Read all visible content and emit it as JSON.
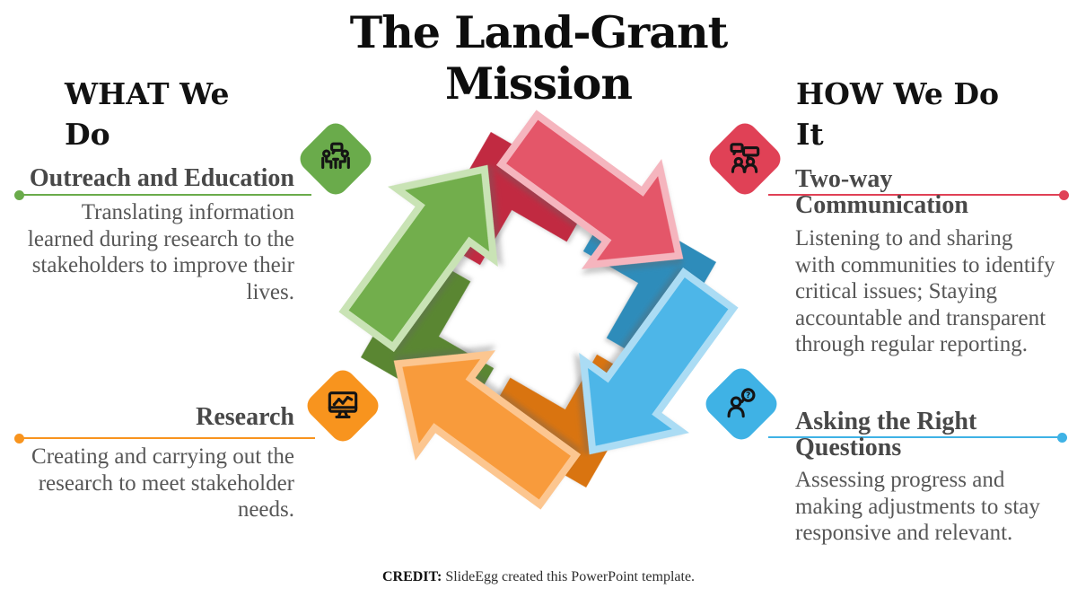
{
  "title": "The Land-Grant Mission",
  "colors": {
    "green": "#6AAB4B",
    "red": "#E04156",
    "orange": "#F8941E",
    "blue": "#3FB2E5",
    "title_text": "#0D0D0D",
    "heading_text": "#484848",
    "body_text": "#575757"
  },
  "left_column": {
    "heading": "WHAT We Do",
    "items": [
      {
        "title": "Outreach and Education",
        "body": "Translating information learned during research to the stakeholders to improve their lives.",
        "icon": "meeting-icon",
        "accent": "#6AAB4B"
      },
      {
        "title": "Research",
        "body": "Creating and carrying out the research to meet stakeholder needs.",
        "icon": "research-monitor-icon",
        "accent": "#F8941E"
      }
    ]
  },
  "right_column": {
    "heading": "HOW We Do It",
    "items": [
      {
        "title": "Two-way Communication",
        "body": "Listening to and sharing with communities to identify critical issues; Staying accountable and transparent through regular reporting.",
        "icon": "conversation-icon",
        "accent": "#E04156"
      },
      {
        "title": "Asking the Right Questions",
        "body": "Assessing progress and making adjustments to stay responsive and relevant.",
        "icon": "question-person-icon",
        "accent": "#3FB2E5"
      }
    ]
  },
  "cycle": {
    "direction": "clockwise",
    "chevrons": [
      {
        "position": "top",
        "color": "#C12A41"
      },
      {
        "position": "right",
        "color": "#2E8CBA"
      },
      {
        "position": "bottom",
        "color": "#D97410"
      },
      {
        "position": "left",
        "color": "#5A8632"
      }
    ],
    "arrows": [
      {
        "points_to": "south-east",
        "fill": "#E45669",
        "outline": "#F5B5BE"
      },
      {
        "points_to": "south-west",
        "fill": "#4DB6E8",
        "outline": "#ABDCF4"
      },
      {
        "points_to": "north-west",
        "fill": "#F89B3C",
        "outline": "#FCC690"
      },
      {
        "points_to": "north-east",
        "fill": "#72AE4C",
        "outline": "#C9E3B5"
      }
    ]
  },
  "credit": {
    "label": "CREDIT:",
    "text": " SlideEgg created this PowerPoint template."
  }
}
